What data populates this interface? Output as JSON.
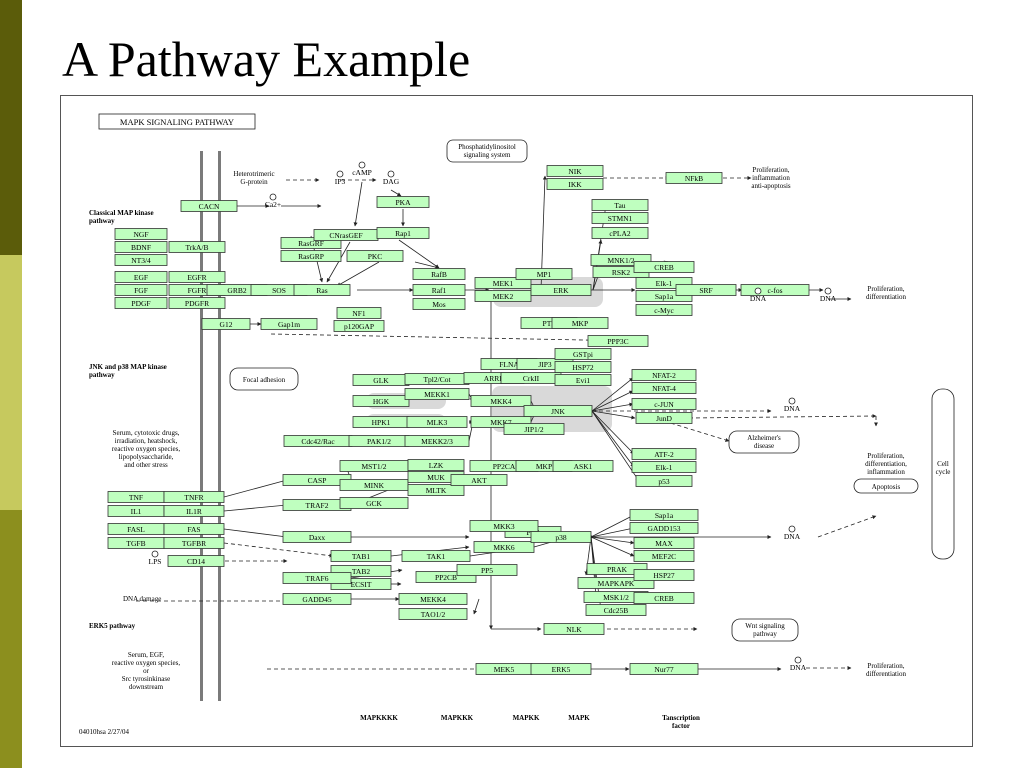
{
  "slide_title": "A Pathway Example",
  "colors": {
    "stripe_dark": "#5b5c0a",
    "stripe_light": "#c6c95e",
    "gene_fill": "#bfffbf",
    "gene_stroke": "#333333",
    "membrane": "#7a7a7a",
    "highlight": "#d9d9d9"
  },
  "diagram": {
    "header": "MAPK SIGNALING PATHWAY",
    "footer_id": "04010hsa  2/27/04",
    "sections": [
      "Classical MAP kinase pathway",
      "JNK and p38 MAP kinase pathway",
      "ERK5 pathway"
    ],
    "column_labels": [
      "MAPKKKK",
      "MAPKKK",
      "MAPKK",
      "MAPK",
      "Tanscription factor"
    ],
    "genes": [
      "CACN",
      "NGF",
      "BDNF",
      "NT3/4",
      "EGF",
      "FGF",
      "PDGF",
      "TrkA/B",
      "EGFR",
      "FGFR",
      "PDGFR",
      "GRB2",
      "SOS",
      "Ras",
      "G12",
      "Gap1m",
      "NF1",
      "p120GAP",
      "RasGRF",
      "RasGRP",
      "CNrasGEF",
      "PKC",
      "PKA",
      "Rap1",
      "RafB",
      "Raf1",
      "Mos",
      "MEK1",
      "MEK2",
      "MP1",
      "ERK",
      "PTP",
      "MKP",
      "NIK",
      "IKK",
      "NFkB",
      "Tau",
      "STMN1",
      "cPLA2",
      "MNK1/2",
      "RSK2",
      "CREB",
      "Elk-1",
      "Sap1a",
      "c-Myc",
      "SRF",
      "c-fos",
      "PPP3C",
      "GLK",
      "HGK",
      "HPK1",
      "Cdc42/Rac",
      "PAK1/2",
      "Tpl2/Cot",
      "MEKK1",
      "MLK3",
      "MEKK2/3",
      "FLNA",
      "JIP3",
      "ARRB",
      "CrkII",
      "GSTpi",
      "HSP72",
      "Evi1",
      "MKK4",
      "MKK7",
      "JNK",
      "JIP1/2",
      "NFAT-2",
      "NFAT-4",
      "c-JUN",
      "JunD",
      "ATF-2",
      "Elk-1",
      "p53",
      "TNF",
      "IL1",
      "FASL",
      "TGFB",
      "TNFR",
      "IL1R",
      "FAS",
      "TGFBR",
      "CD14",
      "CASP",
      "TRAF2",
      "MST1/2",
      "MINK",
      "GCK",
      "LZK",
      "MUK",
      "MLTK",
      "AKT",
      "PP2CA",
      "PTP",
      "MKP",
      "ASK1",
      "MKK3",
      "MKK6",
      "p38",
      "Sap1a",
      "GADD153",
      "MAX",
      "MEF2C",
      "Daxx",
      "TAB1",
      "TAB2",
      "ECSIT",
      "TRAF6",
      "TAK1",
      "PP2CB",
      "PP5",
      "PRAK",
      "MAPKAPK",
      "MSK1/2",
      "Cdc25B",
      "HSP27",
      "CREB",
      "GADD45",
      "MEKK4",
      "TAO1/2",
      "NLK",
      "MEK5",
      "ERK5",
      "Nur77"
    ],
    "compounds": [
      "Ca2+",
      "IP3",
      "cAMP",
      "DAG",
      "LPS",
      "DNA"
    ],
    "text_labels": [
      "Heterotrimeric G-protein",
      "Phosphatidylinositol signaling system",
      "Proliferation, inflammation anti-apoptosis",
      "Proliferation, differentiation",
      "Focal adhesion",
      "Serum, cytotoxic drugs, irradiation, heatshock, reactive oxygen species, lipopolysaccharide, and other stress",
      "Alzheimer's disease",
      "Proliferation, differentiation, inflammation",
      "Apoptosis",
      "Cell cycle",
      "DNA damage",
      "Wnt signaling pathway",
      "Serum, EGF, reactive oxygen species, or Src tyrosinkinase downstream"
    ]
  }
}
